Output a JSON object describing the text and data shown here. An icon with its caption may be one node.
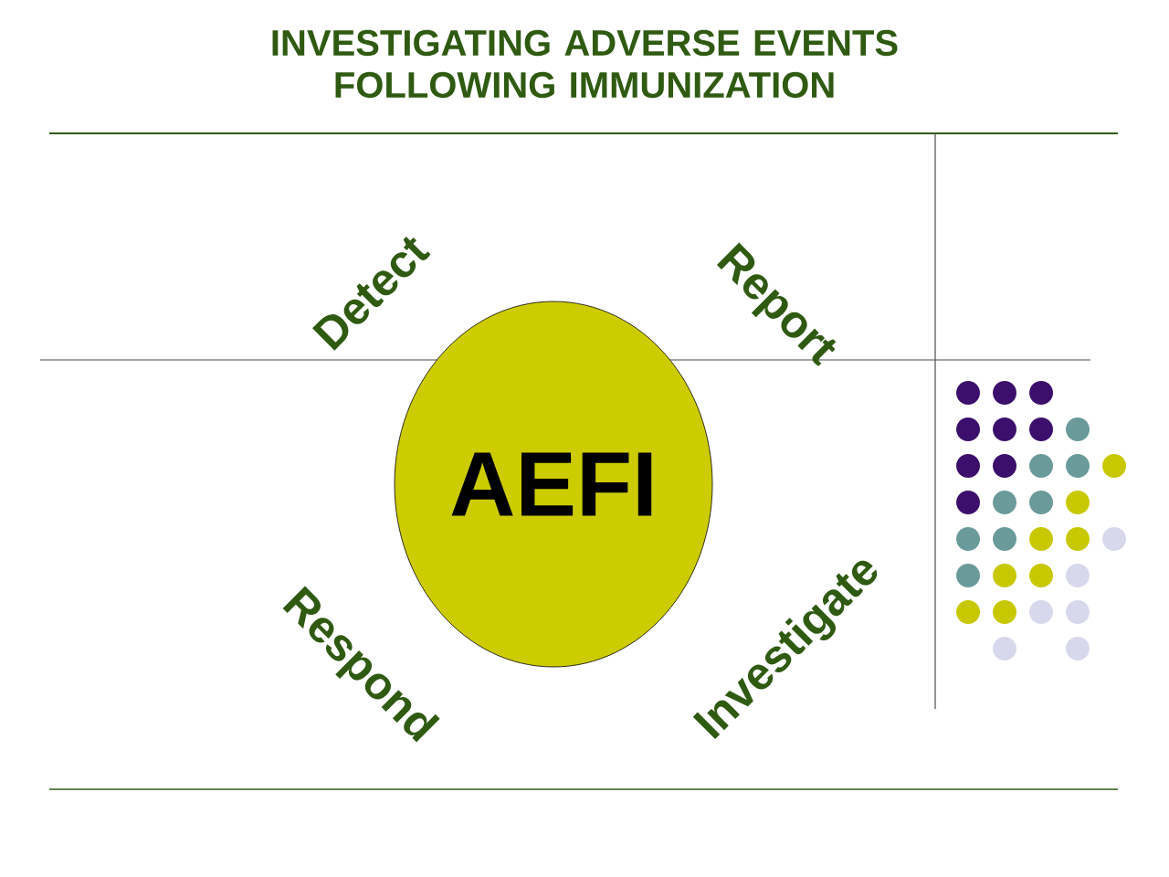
{
  "diagram": {
    "title": "INVESTIGATING ADVERSE EVENTS FOLLOWING IMMUNIZATION",
    "nodes": [
      {
        "text": [
          "AEFI"
        ]
      }
    ],
    "labels": [
      "Detect",
      "Report",
      "Respond",
      "Investigate"
    ]
  }
}
